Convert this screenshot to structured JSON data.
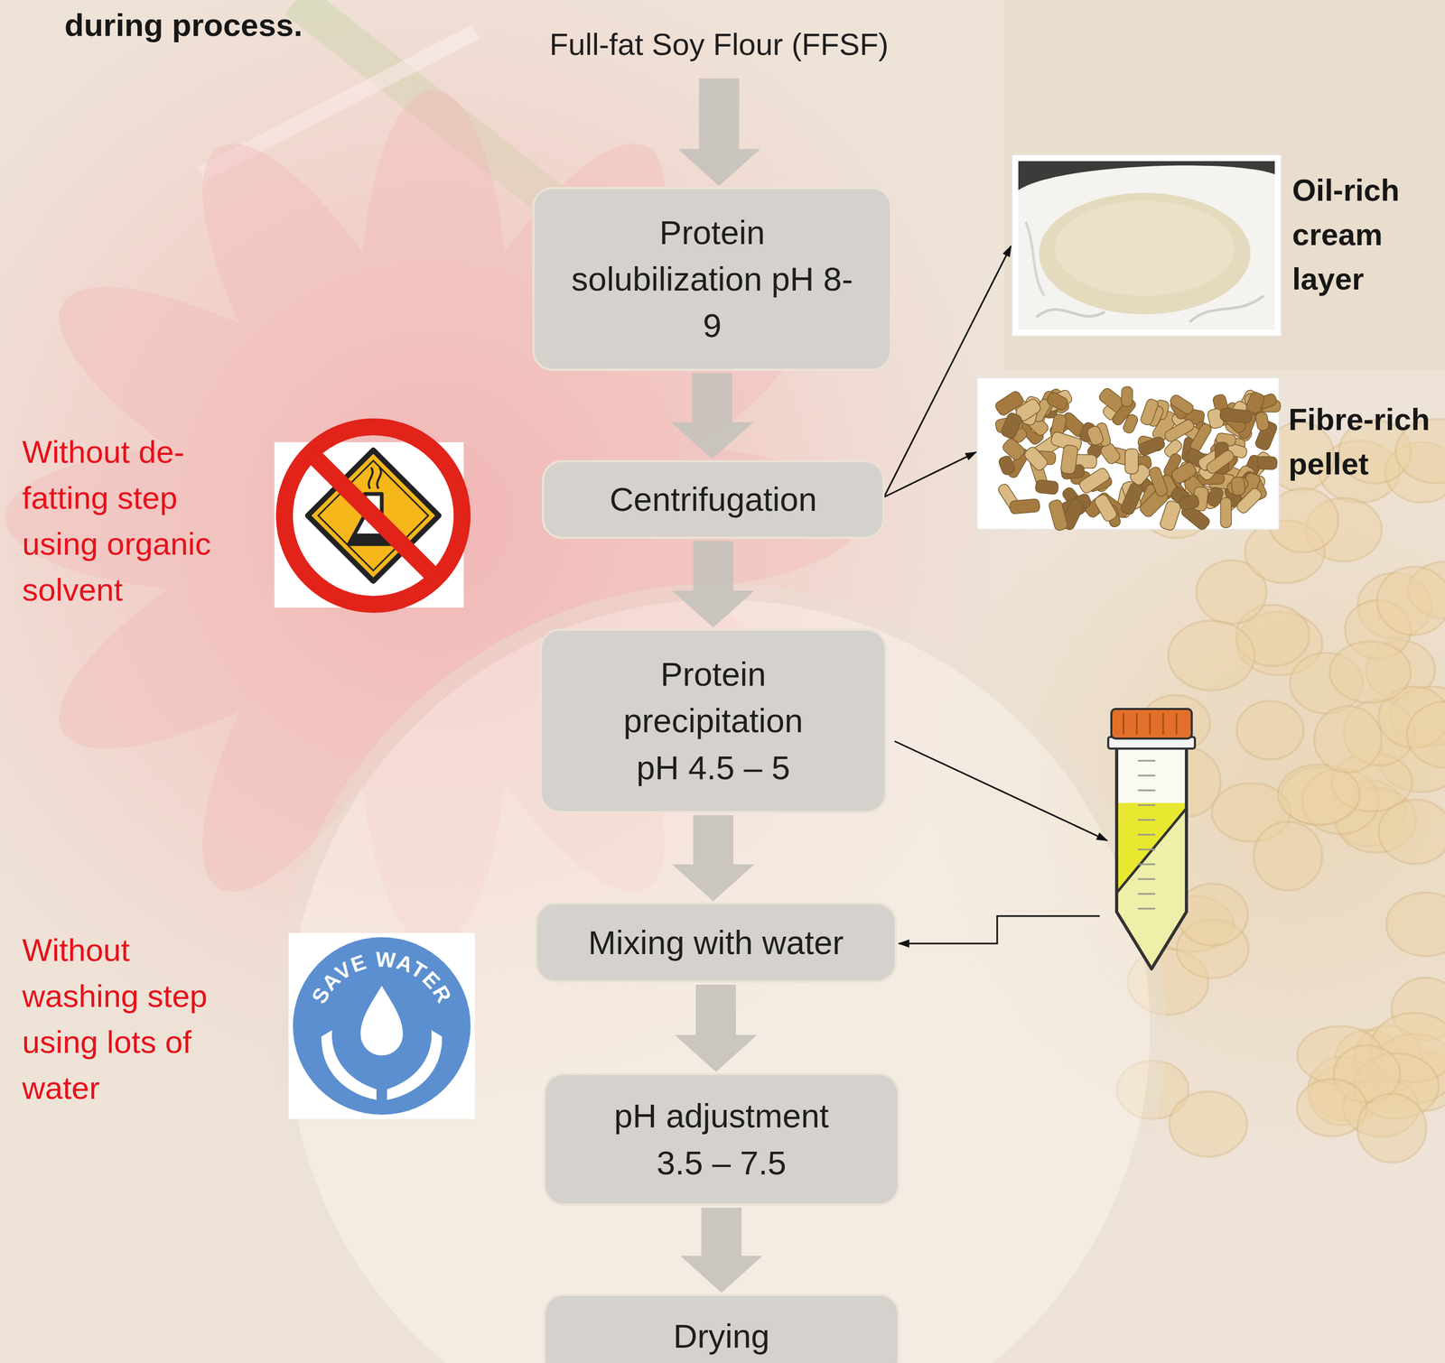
{
  "diagram": {
    "nodes": [
      {
        "text": [
          "Full-fat Soy Flour (FFSF)"
        ]
      },
      {
        "text": [
          "Protein solubilization pH 8- 9"
        ]
      },
      {
        "text": [
          "Centrifugation"
        ]
      },
      {
        "text": [
          "Protein precipitation pH 4.5 – 5"
        ]
      },
      {
        "text": [
          "Mixing with water"
        ]
      },
      {
        "text": [
          "pH adjustment 3.5 – 7.5"
        ]
      },
      {
        "text": [
          "Drying"
        ]
      }
    ],
    "edges": [
      {
        "from": 0,
        "to": 1,
        "arrow": "to"
      },
      {
        "from": 1,
        "to": 2,
        "arrow": "to"
      },
      {
        "from": 2,
        "to": 3,
        "arrow": "to"
      },
      {
        "from": 3,
        "to": 4,
        "arrow": "to"
      },
      {
        "from": 4,
        "to": 5,
        "arrow": "to"
      },
      {
        "from": 5,
        "to": 6,
        "arrow": "to"
      }
    ],
    "labels": [
      "during process.",
      "Oil-rich cream layer",
      "Without de-fatting step using organic solvent",
      "Fibre-rich pellet",
      "SAVE WATER",
      "Without washing step using lots of water"
    ]
  }
}
